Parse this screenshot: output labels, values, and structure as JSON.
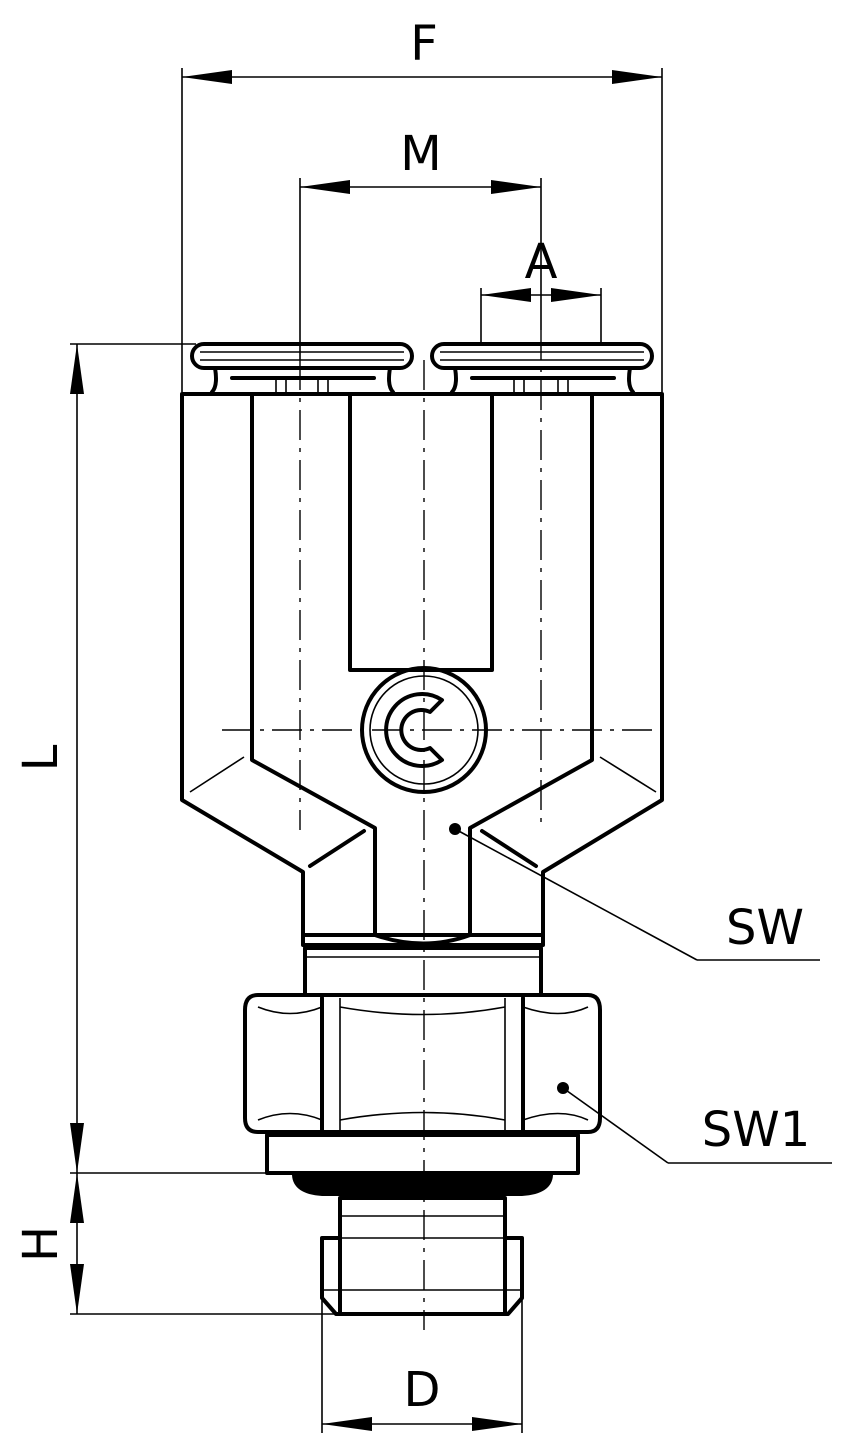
{
  "dimensions": {
    "f": "F",
    "m": "M",
    "a": "A",
    "l": "L",
    "h": "H",
    "d": "D"
  },
  "callouts": {
    "sw": "SW",
    "sw1": "SW1"
  }
}
